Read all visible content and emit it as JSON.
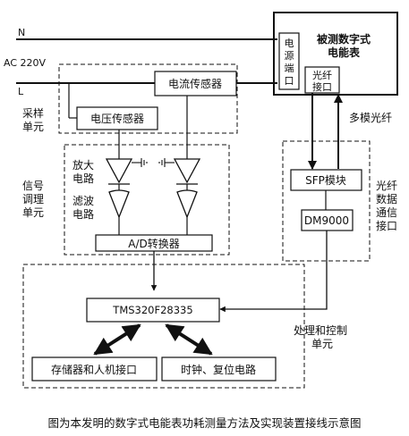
{
  "wires": {
    "n": "N",
    "ac": "AC  220V",
    "l": "L"
  },
  "meter": {
    "title_line1": "被测数字式",
    "title_line2": "电能表",
    "power_port": [
      "电",
      "源",
      "端",
      "口"
    ],
    "fiber_port": [
      "光纤",
      "接口"
    ]
  },
  "sampling": {
    "current_sensor": "电流传感器",
    "voltage_sensor": "电压传感器",
    "label": [
      "采样",
      "单元"
    ]
  },
  "conditioning": {
    "amp": [
      "放大",
      "电路"
    ],
    "filter": [
      "滤波",
      "电路"
    ],
    "adc": "A/D转换器",
    "label": [
      "信号",
      "调理",
      "单元"
    ]
  },
  "fiber": {
    "multimode": "多模光纤",
    "sfp": "SFP模块",
    "dm": "DM9000",
    "label": [
      "光纤",
      "数据",
      "通信",
      "接口"
    ]
  },
  "processing": {
    "dsp": "TMS320F28335",
    "storage": "存储器和人机接口",
    "clock": "时钟、复位电路",
    "label": [
      "处理和控制",
      "单元"
    ]
  },
  "caption": "图为本发明的数字式电能表功耗测量方法及实现装置接线示意图"
}
